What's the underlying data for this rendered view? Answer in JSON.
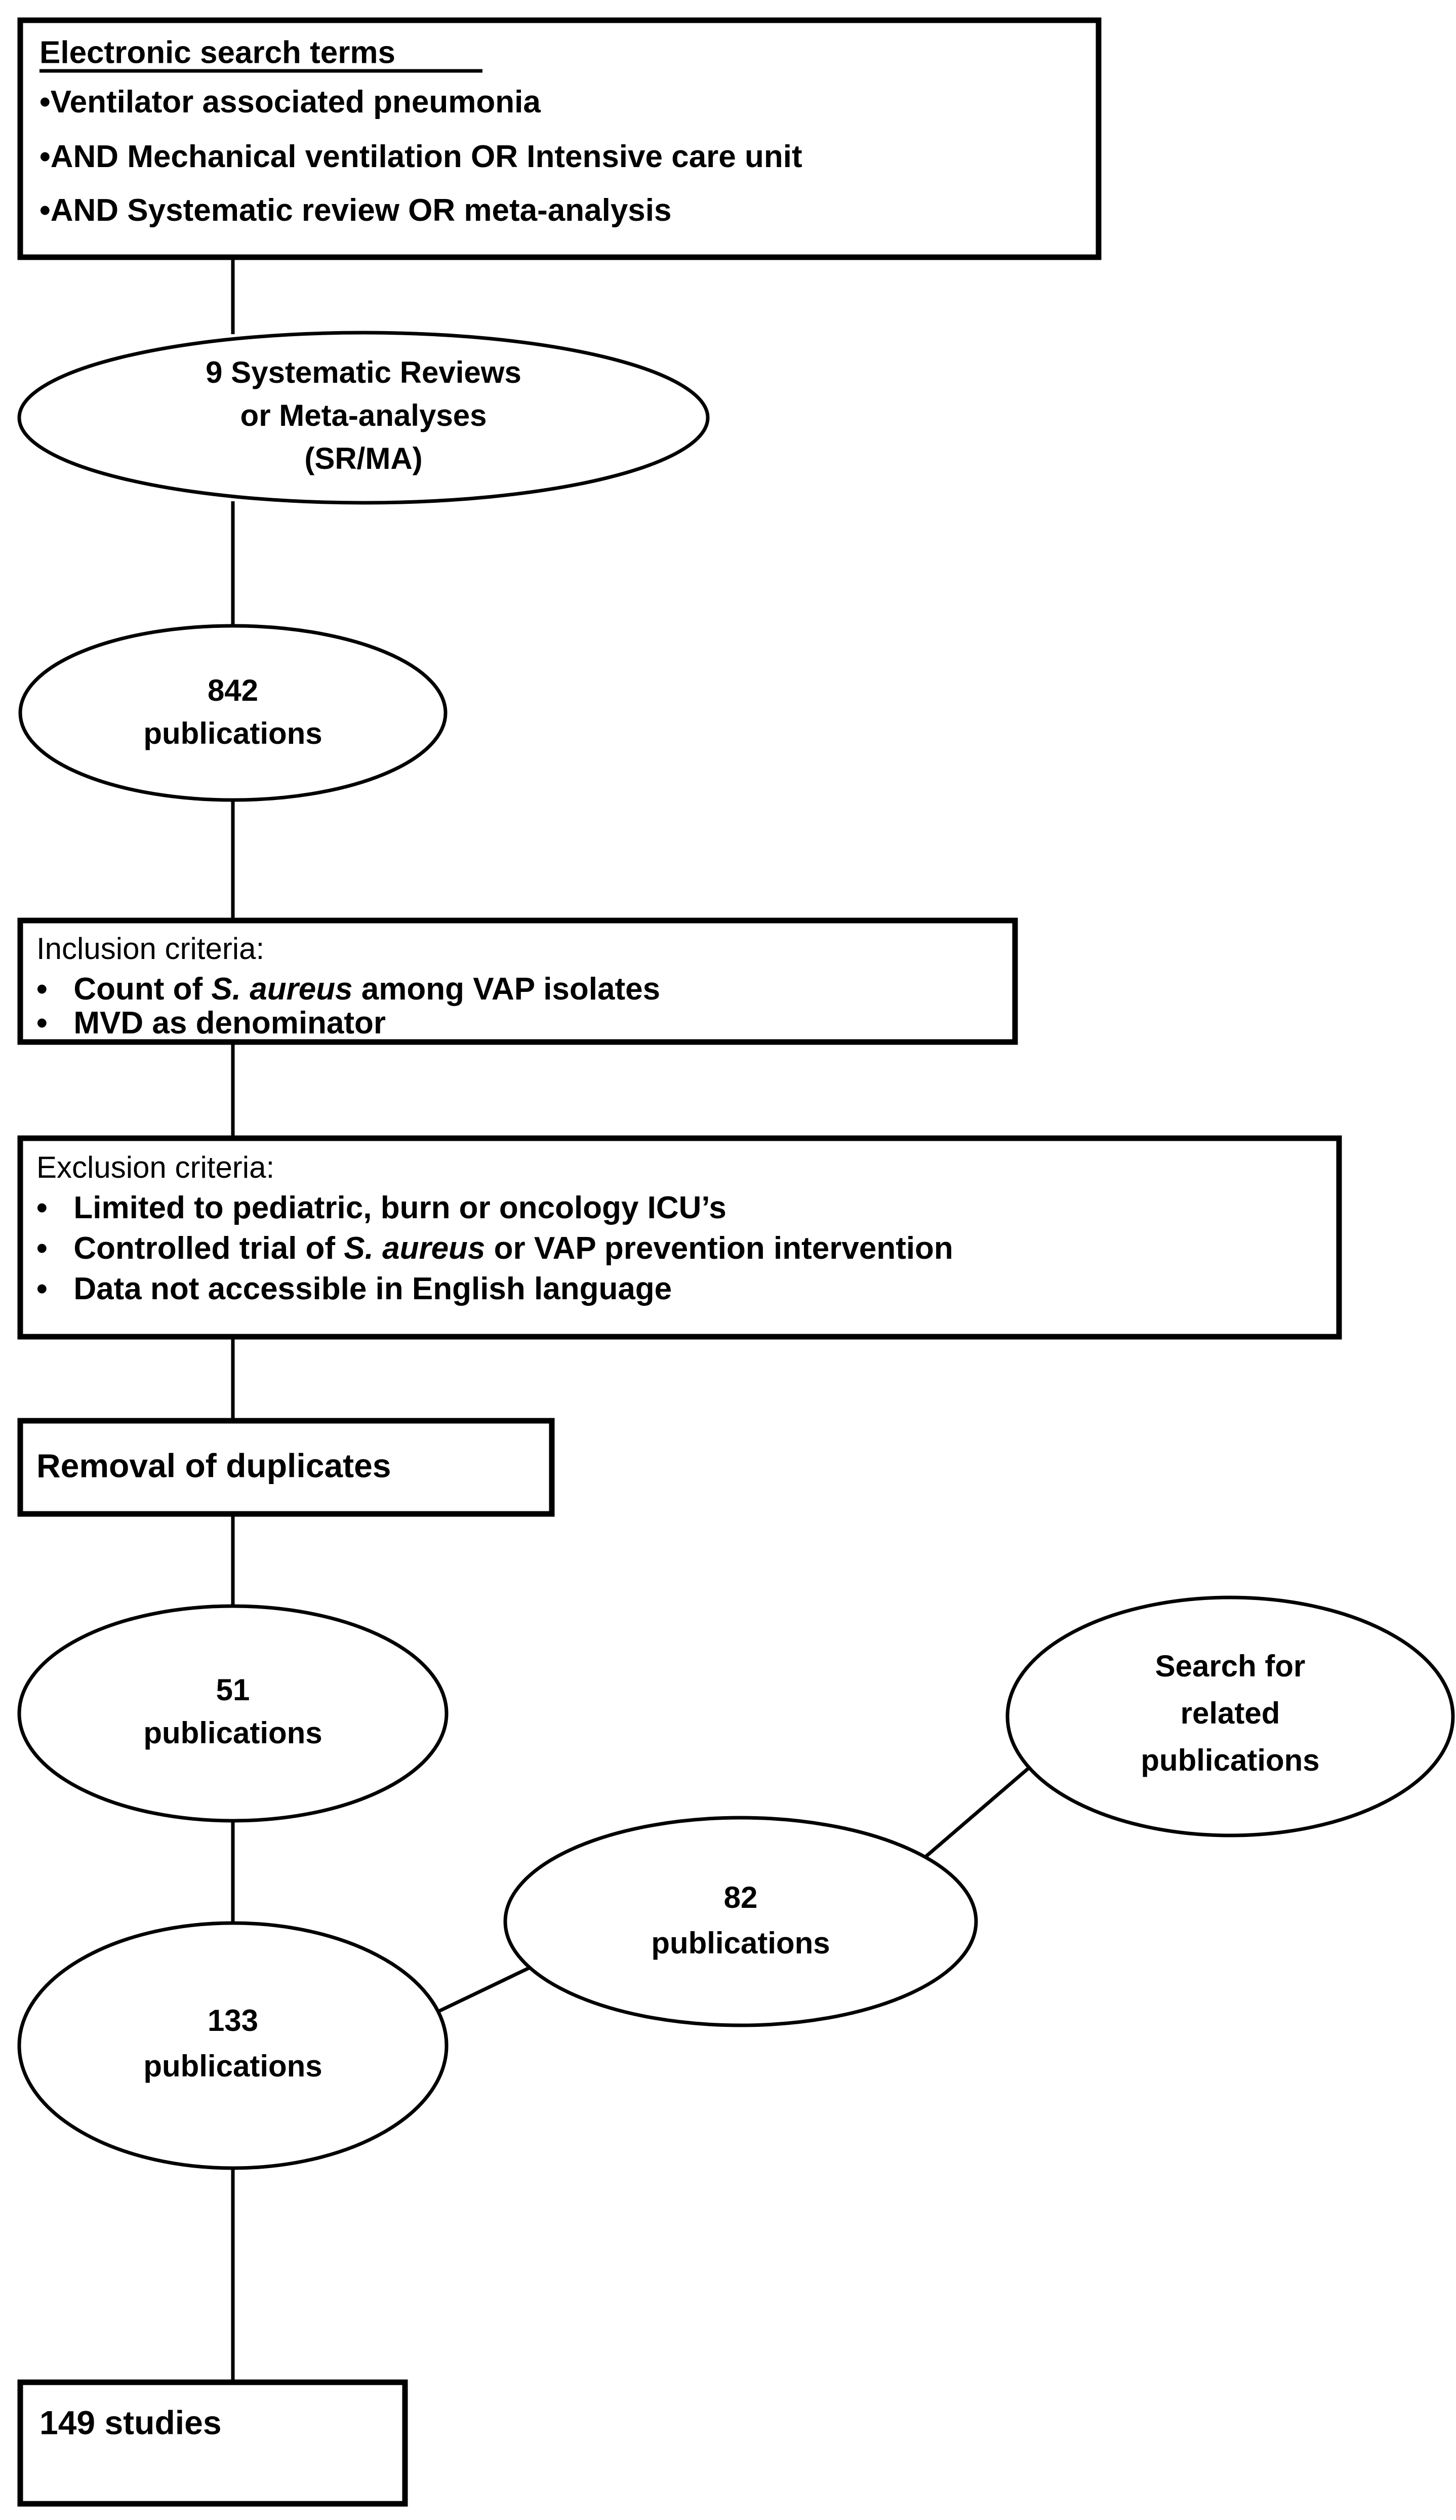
{
  "figure": {
    "type": "flowchart",
    "orientation": "vertical",
    "background_color": "#ffffff",
    "line_color": "#000000"
  },
  "nodes": {
    "search_terms_box": {
      "shape": "rectangle",
      "heading": "Electronic search terms",
      "heading_underlined": true,
      "bullets": [
        "Ventilator associated pneumonia",
        "AND Mechanical ventilation OR Intensive care unit",
        "AND Systematic review OR meta-analysis"
      ],
      "bullet_marker": "•"
    },
    "sr_ma_ellipse": {
      "shape": "ellipse",
      "lines": [
        "9 Systematic Reviews",
        "or Meta-analyses",
        "(SR/MA)"
      ]
    },
    "publications_842": {
      "shape": "ellipse",
      "lines": [
        "842",
        "publications"
      ]
    },
    "inclusion_box": {
      "shape": "rectangle",
      "heading": "Inclusion criteria:",
      "bullet_marker": "•",
      "bullets": [
        {
          "pre": "Count of ",
          "italic": "S. aureus",
          "post": " among VAP isolates"
        },
        {
          "pre": "MVD as denominator",
          "italic": "",
          "post": ""
        }
      ]
    },
    "exclusion_box": {
      "shape": "rectangle",
      "heading": "Exclusion criteria:",
      "bullet_marker": "•",
      "bullets": [
        {
          "pre": "Limited to pediatric, burn or oncology ICU’s",
          "italic": "",
          "post": ""
        },
        {
          "pre": "Controlled trial of ",
          "italic": "S. aureus",
          "post": " or VAP prevention intervention"
        },
        {
          "pre": "Data not accessible in English language",
          "italic": "",
          "post": ""
        }
      ]
    },
    "removal_duplicates_box": {
      "shape": "rectangle",
      "label": "Removal of duplicates"
    },
    "publications_51": {
      "shape": "ellipse",
      "lines": [
        "51",
        "publications"
      ]
    },
    "search_related_ellipse": {
      "shape": "ellipse",
      "lines": [
        "Search for",
        "related",
        "publications"
      ]
    },
    "publications_82": {
      "shape": "ellipse",
      "lines": [
        "82",
        "publications"
      ]
    },
    "publications_133": {
      "shape": "ellipse",
      "lines": [
        "133",
        "publications"
      ]
    },
    "studies_149_box": {
      "shape": "rectangle",
      "label": "149 studies"
    }
  },
  "edges": [
    {
      "from": "search_terms_box",
      "to": "sr_ma_ellipse",
      "style": "straight-vertical"
    },
    {
      "from": "sr_ma_ellipse",
      "to": "publications_842",
      "style": "straight-vertical"
    },
    {
      "from": "publications_842",
      "to": "inclusion_box",
      "style": "straight-vertical"
    },
    {
      "from": "inclusion_box",
      "to": "exclusion_box",
      "style": "straight-vertical"
    },
    {
      "from": "exclusion_box",
      "to": "removal_duplicates_box",
      "style": "straight-vertical"
    },
    {
      "from": "removal_duplicates_box",
      "to": "publications_51",
      "style": "straight-vertical"
    },
    {
      "from": "publications_51",
      "to": "publications_133",
      "style": "straight-vertical"
    },
    {
      "from": "search_related_ellipse",
      "to": "publications_82",
      "style": "diagonal"
    },
    {
      "from": "publications_82",
      "to": "publications_133",
      "style": "diagonal"
    },
    {
      "from": "publications_133",
      "to": "studies_149_box",
      "style": "straight-vertical"
    }
  ]
}
